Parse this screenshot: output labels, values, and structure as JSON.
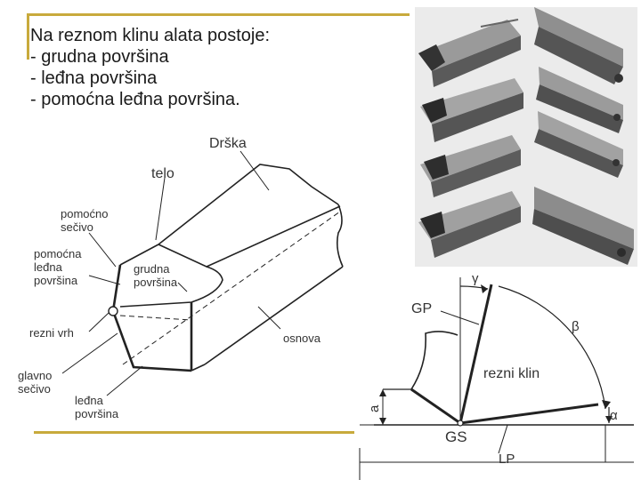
{
  "title": {
    "line1": "Na reznom klinu alata postoje:",
    "line2": "- grudna površina",
    "line3": "- leđna površina",
    "line4": "- pomoćna leđna površina."
  },
  "tool_labels": {
    "drska": "Drška",
    "telo": "telo",
    "pomocno_secivo_1": "pomoćno",
    "pomocno_secivo_2": "sečivo",
    "pomocna_ledna_1": "pomoćna",
    "pomocna_ledna_2": "leđna",
    "pomocna_ledna_3": "površina",
    "grudna_1": "grudna",
    "grudna_2": "površina",
    "rezni_vrh": "rezni vrh",
    "osnova": "osnova",
    "glavno_secivo_1": "glavno",
    "glavno_secivo_2": "sečivo",
    "ledna_1": "leđna",
    "ledna_2": "površina"
  },
  "wedge_labels": {
    "gamma": "γ",
    "gp": "GP",
    "beta": "β",
    "rezni_klin": "rezni klin",
    "a": "a",
    "alpha": "α",
    "gs": "GS",
    "lp": "LP"
  },
  "colors": {
    "accent_bar": "#c8aa3c",
    "line": "#222222"
  }
}
